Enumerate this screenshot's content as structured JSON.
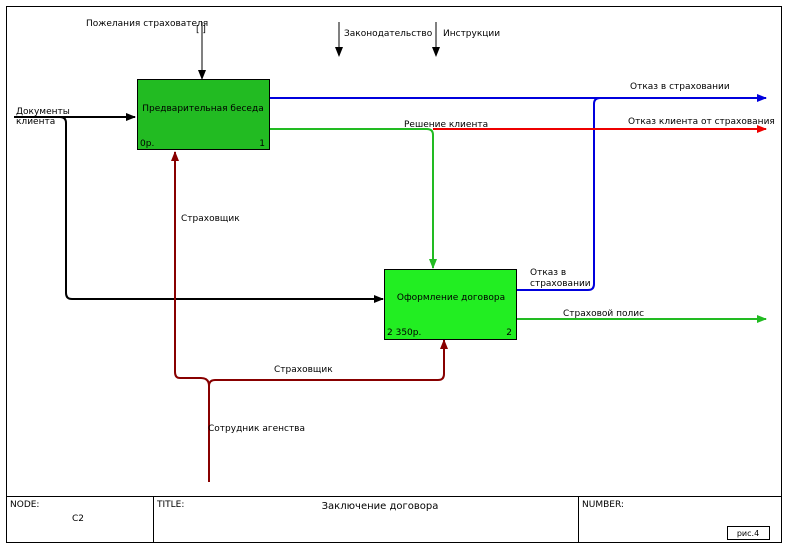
{
  "activities": [
    {
      "name": "Предварительная беседа",
      "cost": "0р.",
      "number": "1",
      "color": "#22bb22"
    },
    {
      "name": "Оформление договора",
      "cost": "2 350р.",
      "number": "2",
      "color": "#22ee22"
    }
  ],
  "arrows": {
    "wishes": "Пожелания страхователя",
    "wishes_mark": "[ ]",
    "law": "Законодательство",
    "instructions": "Инструкции",
    "documents": "Документы\nклиента",
    "refusal_insurance": "Отказ в страховании",
    "client_decision": "Решение клиента",
    "client_refusal": "Отказ клиента от страхования",
    "insurer_1": "Страховщик",
    "refusal_box2": "Отказ в\nстраховании",
    "policy": "Страховой полис",
    "insurer_2": "Страховщик",
    "agency_employee": "Сотрудник агенства"
  },
  "footer": {
    "node_label": "NODE:",
    "node_value": "С2",
    "title_label": "TITLE:",
    "title_value": "Заключение договора",
    "number_label": "NUMBER:",
    "figure": "рис.4"
  },
  "colors": {
    "blue": "#0000dd",
    "red": "#ee0000",
    "green": "#22bb22",
    "black": "#000000",
    "maroon": "#880000"
  }
}
